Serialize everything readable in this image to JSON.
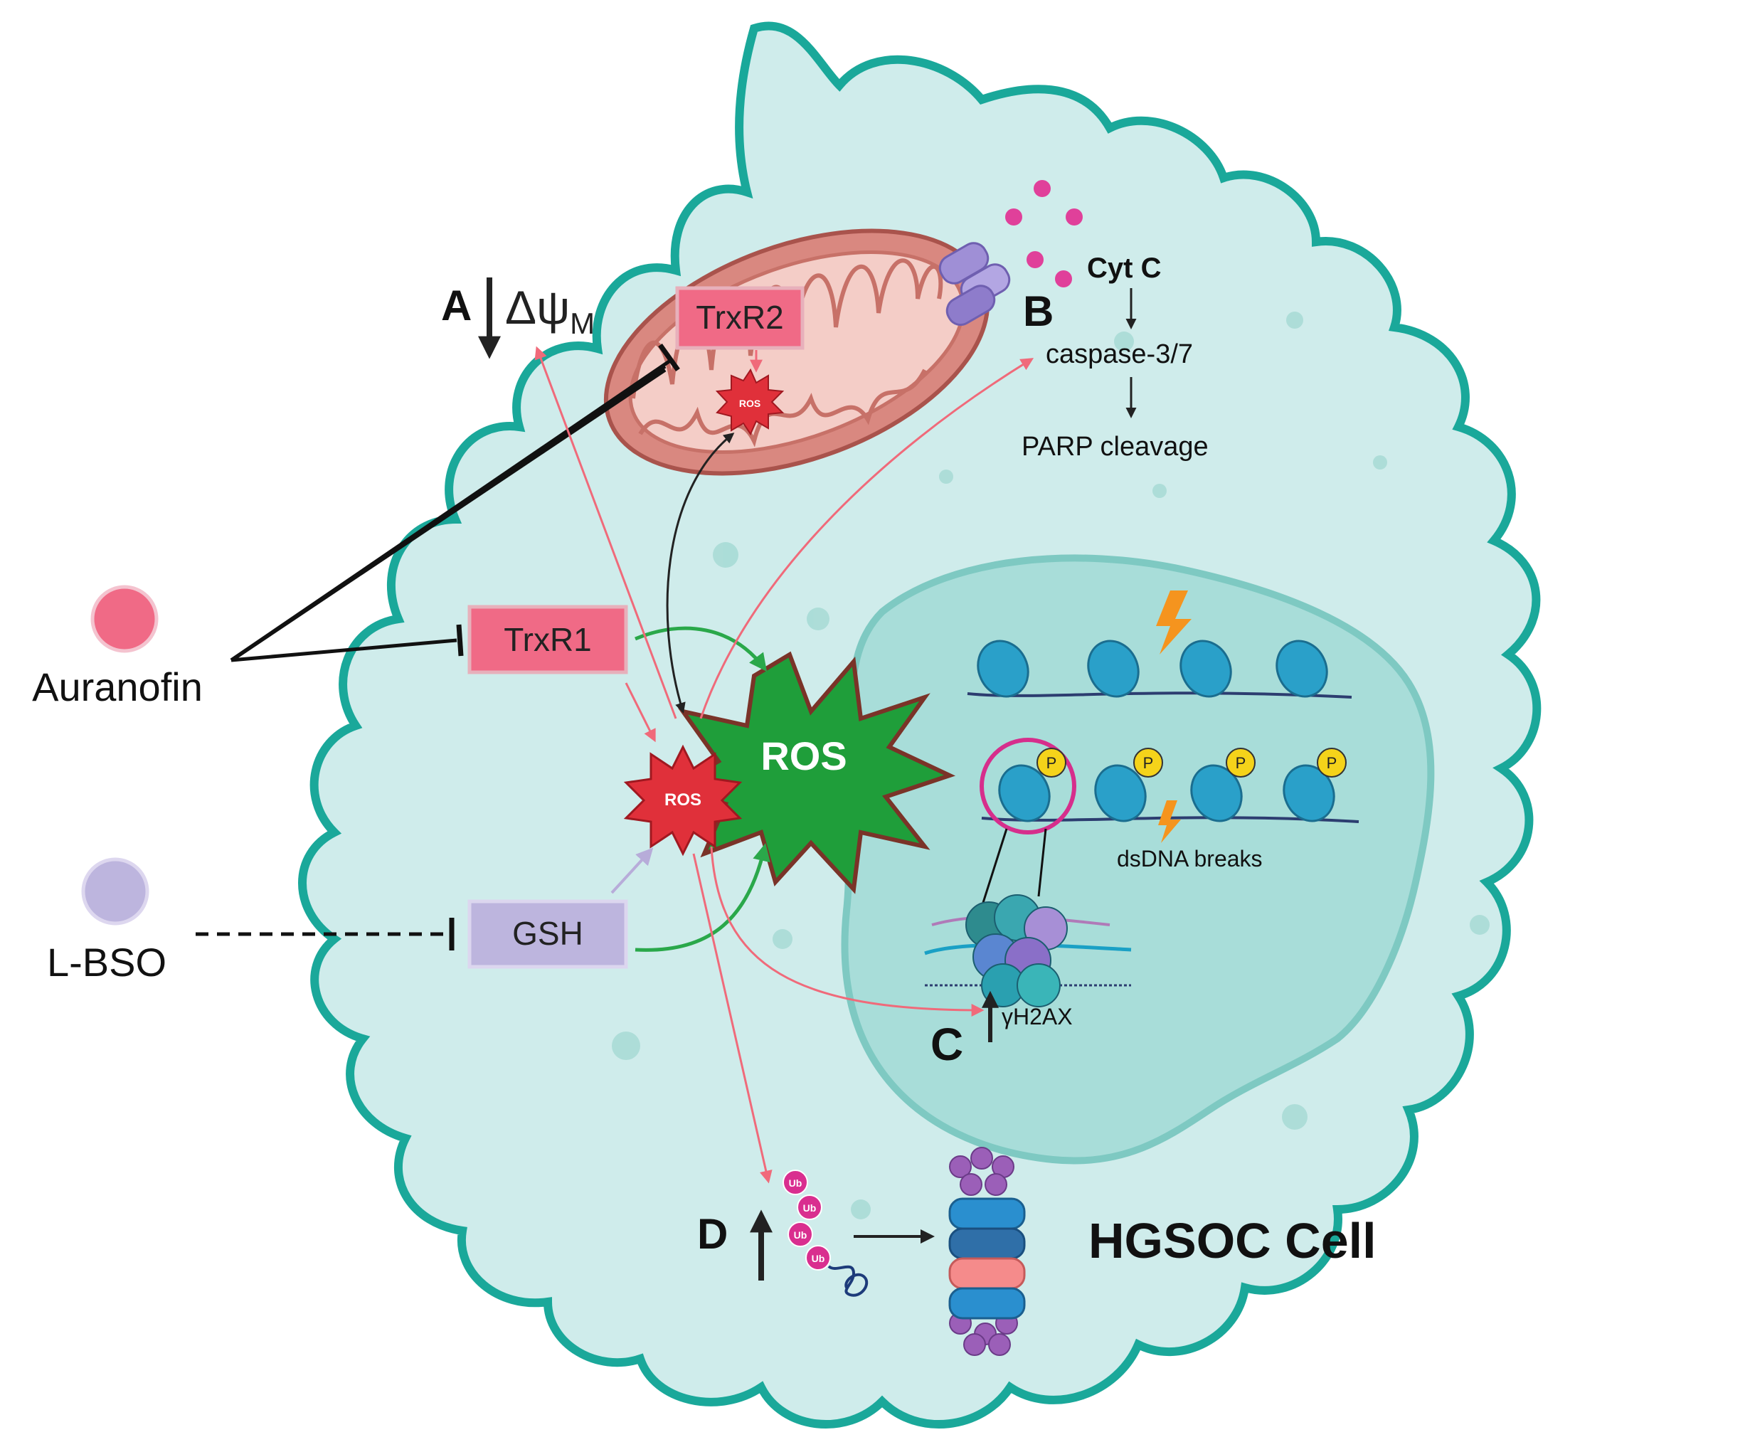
{
  "labels": {
    "auranofin": "Auranofin",
    "lbso": "L-BSO",
    "trxr1": "TrxR1",
    "trxr2": "TrxR2",
    "gsh": "GSH",
    "ros_main": "ROS",
    "ros_small": "ROS",
    "ros_mito": "ROS",
    "panel_a": "A",
    "panel_b": "B",
    "panel_c": "C",
    "panel_d": "D",
    "delta_psi": "Δψ",
    "delta_psi_sub": "M",
    "cyt_c": "Cyt C",
    "caspase": "caspase-3/7",
    "parp": "PARP cleavage",
    "dsdna": "dsDNA breaks",
    "gh2ax": "γH2AX",
    "phospho": "P",
    "ub": "Ub",
    "cell_name": "HGSOC Cell"
  },
  "colors": {
    "cell_fill": "#cfeceb",
    "cell_border": "#1aa89a",
    "nucleus_fill": "#a8ddd9",
    "trxr_fill": "#f06a86",
    "gsh_fill": "#bdb5de",
    "ros_green": "#1f9e3a",
    "ros_red": "#e0303a",
    "arrow_pink": "#f06a7a",
    "arrow_green": "#2aa84a",
    "mito_fill": "#d98880",
    "proteasome_blue": "#2a8fcf",
    "proteasome_pink": "#f58b8b"
  }
}
